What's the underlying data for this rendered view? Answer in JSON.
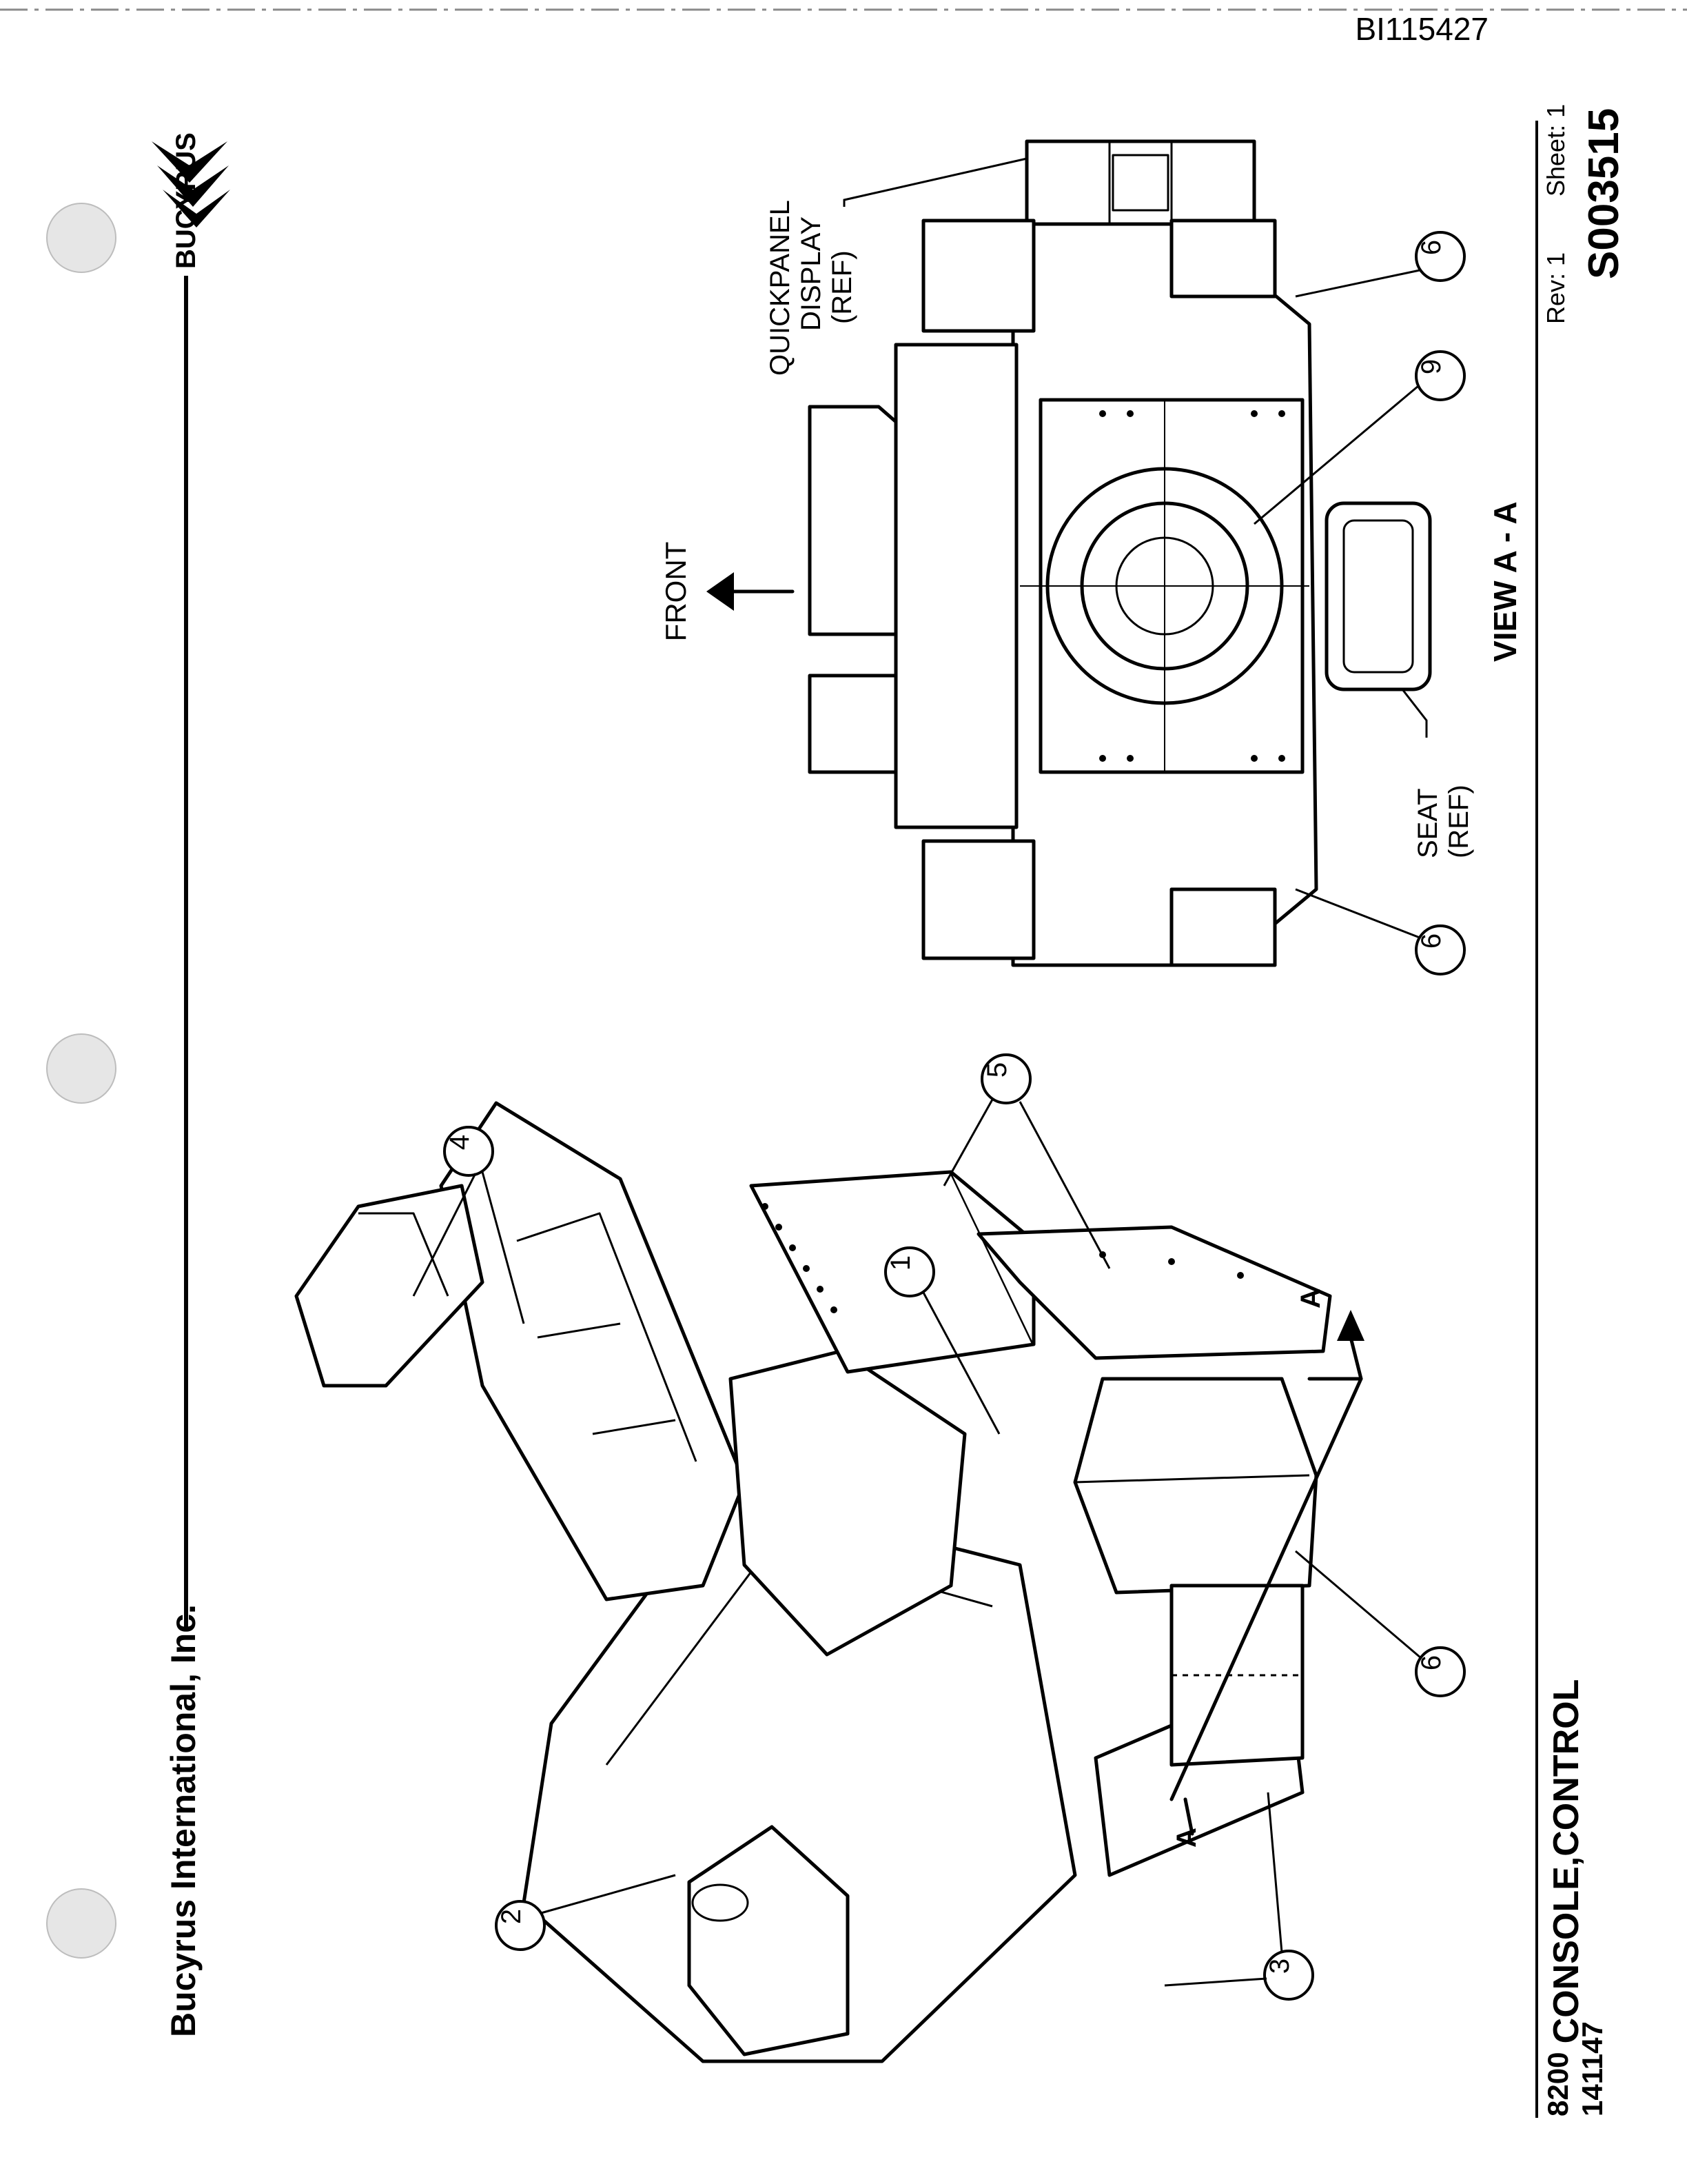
{
  "doc_id": "BI115427",
  "company": "Bucyrus International, Inc.",
  "logo_text": "BUCYRUS",
  "title": "CONSOLE,CONTROL",
  "model": "8200",
  "part_number": "141147",
  "revision": "Rev: 1",
  "sheet": "Sheet: 1",
  "drawing_number": "S003515",
  "view": {
    "label": "VIEW A - A",
    "front_label": "FRONT",
    "quickpanel_label": [
      "QUICKPANEL",
      "DISPLAY",
      "(REF)"
    ],
    "seat_label": [
      "SEAT",
      "(REF)"
    ],
    "callouts": [
      "6",
      "9",
      "6"
    ]
  },
  "iso": {
    "section_mark": "A",
    "callouts": [
      "1",
      "2",
      "3",
      "4",
      "5",
      "6"
    ]
  }
}
